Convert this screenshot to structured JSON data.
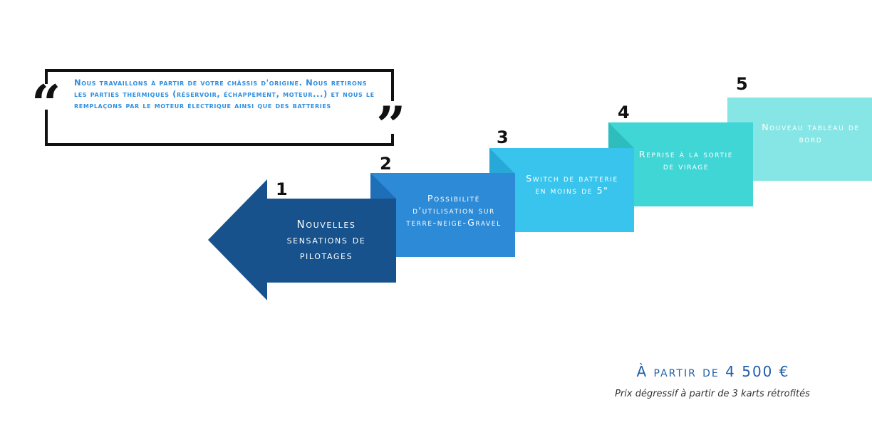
{
  "quote": {
    "text": "Nous travaillons à partir de votre châssis d'origine. Nous retirons les parties thermiques (réservoir, échappement, moteur...) et nous le remplaçons par le moteur électrique ainsi que des batteries",
    "open_mark": "“",
    "close_mark": "”"
  },
  "steps": [
    {
      "number": "1",
      "label": "Nouvelles sensations de pilotages",
      "color": "#17528c"
    },
    {
      "number": "2",
      "label": "Possibilité d'utilisation sur terre-neige-Gravel",
      "color": "#2d8ad6"
    },
    {
      "number": "3",
      "label": "Switch de batterie en moins de 5\"",
      "color": "#39c4ed"
    },
    {
      "number": "4",
      "label": "Reprise à la sortie de virage",
      "color": "#3fd6d5"
    },
    {
      "number": "5",
      "label": "Nouveau tableau de bord",
      "color": "#86e6e5"
    }
  ],
  "price": {
    "headline": "À partir de 4 500 €",
    "note": "Prix dégressif à partir de 3 karts rétrofités"
  }
}
